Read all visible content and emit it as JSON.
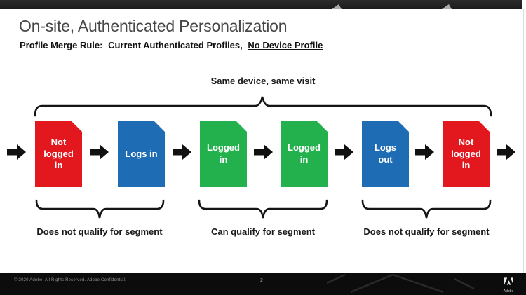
{
  "slide": {
    "title": "On-site, Authenticated Personalization",
    "merge_rule_label": "Profile Merge Rule:",
    "merge_rule_value": "Current Authenticated Profiles,",
    "merge_rule_underlined": "No Device Profile"
  },
  "diagram": {
    "top_label": "Same device, same visit",
    "boxes": [
      {
        "label": "Not logged in",
        "color": "#e3171e"
      },
      {
        "label": "Logs in",
        "color": "#1e6db4"
      },
      {
        "label": "Logged in",
        "color": "#22b14c"
      },
      {
        "label": "Logged in",
        "color": "#22b14c"
      },
      {
        "label": "Logs out",
        "color": "#1e6db4"
      },
      {
        "label": "Not logged in",
        "color": "#e3171e"
      }
    ],
    "groups": [
      {
        "label": "Does not qualify for segment"
      },
      {
        "label": "Can qualify for segment"
      },
      {
        "label": "Does not qualify for segment"
      }
    ]
  },
  "footer": {
    "copyright": "© 2020 Adobe.  All Rights Reserved.  Adobe Confidential.",
    "page_number": "2",
    "logo_text": "Adobe"
  },
  "icons": {
    "flow_arrow": "arrow-right-icon",
    "brace": "curly-brace",
    "logo": "adobe-logo-icon"
  },
  "colors": {
    "box_red": "#e3171e",
    "box_blue": "#1e6db4",
    "box_green": "#22b14c",
    "line_work": "#141414",
    "top_bar": "#1f1f1f",
    "footer_bar": "#0c0c0c"
  }
}
